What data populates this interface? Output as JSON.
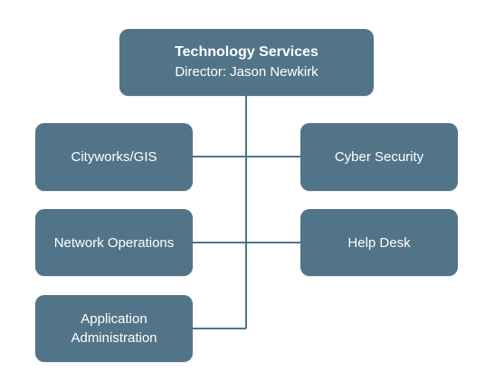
{
  "colors": {
    "node_fill": "#527489",
    "connector": "#527489",
    "text": "#ffffff"
  },
  "director": {
    "title": "Technology Services",
    "subtitle": "Director: Jason Newkirk"
  },
  "departments": [
    {
      "label": "Cityworks/GIS",
      "side": "left"
    },
    {
      "label": "Cyber Security",
      "side": "right"
    },
    {
      "label": "Network Operations",
      "side": "left"
    },
    {
      "label": "Help Desk",
      "side": "right"
    },
    {
      "label": "Application Administration",
      "side": "left"
    }
  ]
}
